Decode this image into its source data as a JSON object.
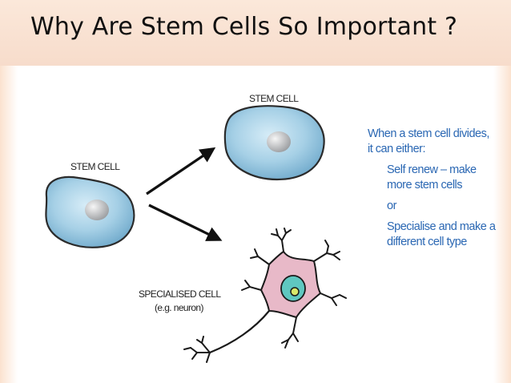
{
  "slide": {
    "title": "Why Are Stem Cells So Important ?"
  },
  "diagram": {
    "labels": {
      "stem_cell_left": "STEM CELL",
      "stem_cell_top": "STEM CELL",
      "specialised_cell": "SPECIALISED CELL",
      "specialised_example": "(e.g. neuron)"
    },
    "caption": {
      "line1": "When a stem cell divides,",
      "line2": "it can either:",
      "option1_line1": "Self renew – make",
      "option1_line2": "more stem cells",
      "connector": "or",
      "option2_line1": "Specialise and make a",
      "option2_line2": "different cell type"
    }
  },
  "colors": {
    "title_band": "#f7dccb",
    "cell_fill": "#8fc1dc",
    "cell_outline": "#2b2b2b",
    "nucleus": "#b9babc",
    "neuron_body": "#e8b9c8",
    "neuron_nucleus": "#5fc7c0",
    "caption_text": "#2a67b3"
  }
}
